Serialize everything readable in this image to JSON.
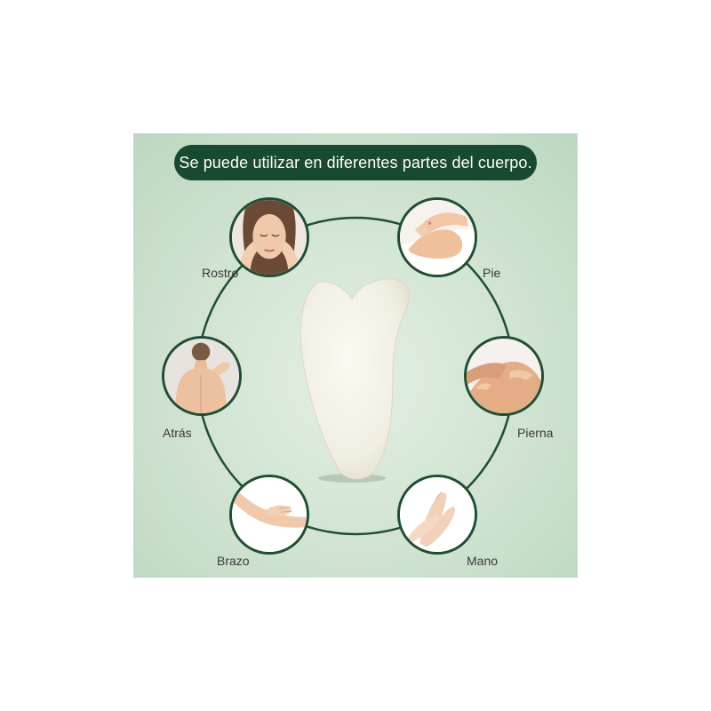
{
  "banner": {
    "text": "Se puede utilizar en diferentes partes del cuerpo."
  },
  "body_parts": [
    {
      "label": "Rostro",
      "icon": "face-photo"
    },
    {
      "label": "Pie",
      "icon": "foot-photo"
    },
    {
      "label": "Atrás",
      "icon": "back-photo"
    },
    {
      "label": "Pierna",
      "icon": "leg-photo"
    },
    {
      "label": "Brazo",
      "icon": "arm-photo"
    },
    {
      "label": "Mano",
      "icon": "hand-photo"
    }
  ],
  "colors": {
    "accent": "#184a31",
    "ring": "#1f4e35",
    "background": "#cfe3d0",
    "skin": "#f1c8a6"
  }
}
